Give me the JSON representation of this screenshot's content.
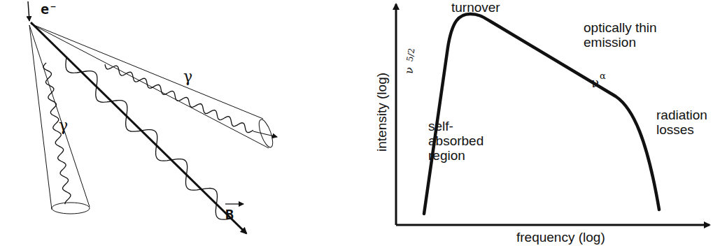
{
  "diagram": {
    "labels": [
      "e⁻",
      "γ",
      "γ",
      "B",
      "turnover",
      "optically thin emission",
      "ν",
      "α",
      "self-absorbed region",
      "ν",
      "5/2",
      "radiation losses",
      "intensity (log)",
      "frequency (log)"
    ]
  }
}
